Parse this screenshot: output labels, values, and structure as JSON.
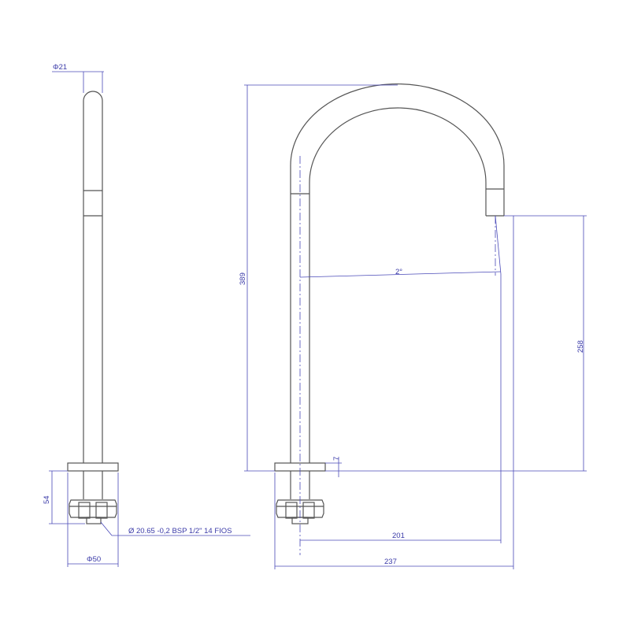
{
  "colors": {
    "outline": "#555555",
    "dimension": "#4a4ab8",
    "background": "#ffffff"
  },
  "dimensions": {
    "tube_diameter": "Φ21",
    "base_diameter": "Φ50",
    "base_height": "54",
    "thread_spec": "Ø 20.65 -0,2 BSP 1/2\"  14 FIOS",
    "total_height": "389",
    "spout_angle": "2°",
    "outlet_height": "258",
    "flange_thickness": "7",
    "outlet_reach": "201",
    "total_width": "237"
  }
}
